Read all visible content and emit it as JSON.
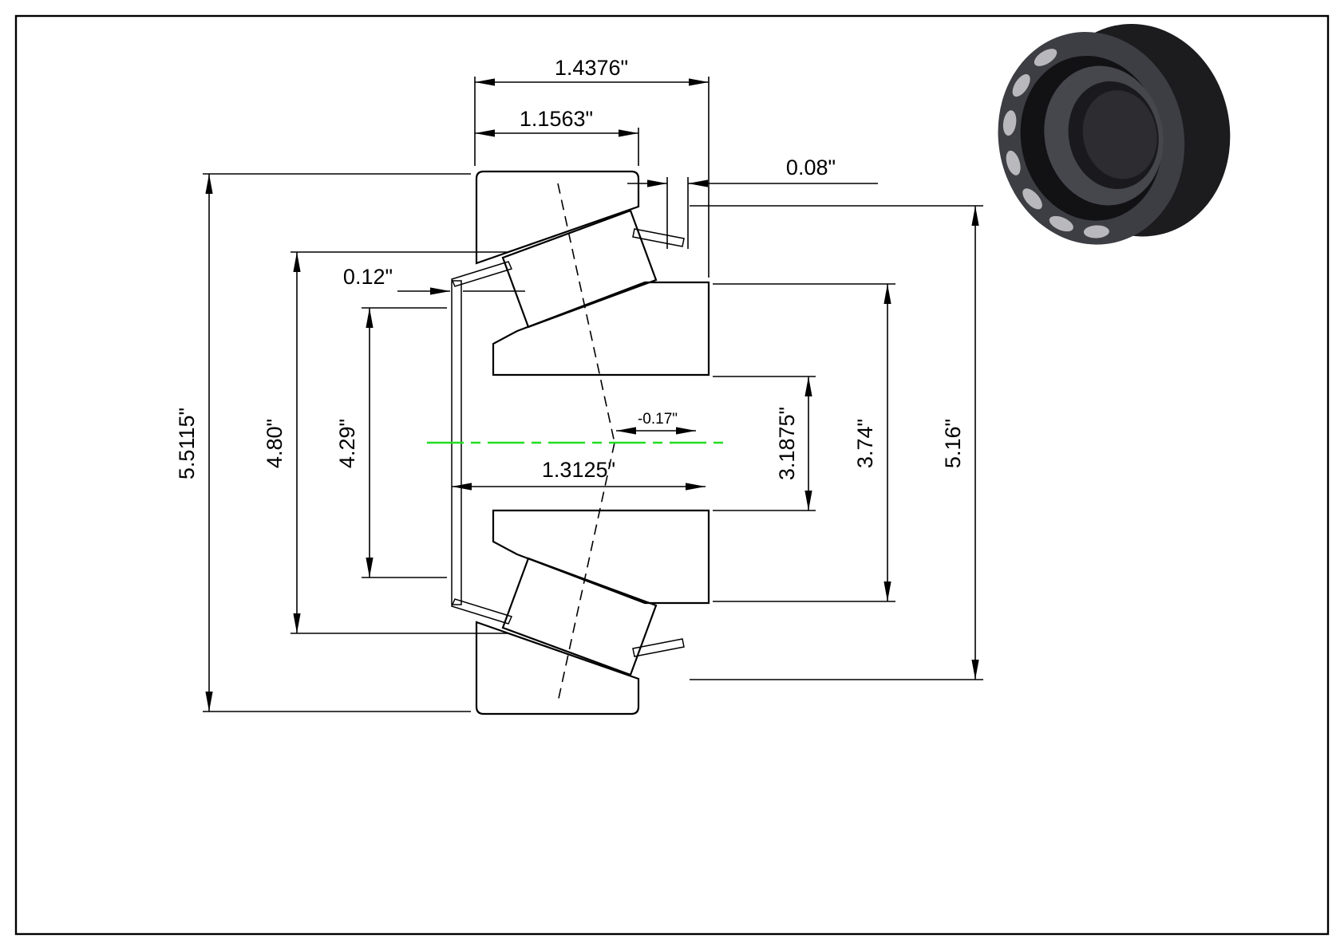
{
  "dims": {
    "width_overall": "1.4376\"",
    "width_inner": "1.1563\"",
    "back_face_offset": "0.08\"",
    "front_lip_offset": "0.12\"",
    "dia_outer_max": "5.5115\"",
    "dia_4_80": "4.80\"",
    "dia_4_29": "4.29\"",
    "cone_width": "1.3125\"",
    "effective_center": "-0.17\"",
    "dia_3_1875": "3.1875\"",
    "dia_3_74": "3.74\"",
    "cup_od": "5.16\""
  },
  "colors": {
    "centerline_green": "#22DD22",
    "ink": "#000000"
  }
}
